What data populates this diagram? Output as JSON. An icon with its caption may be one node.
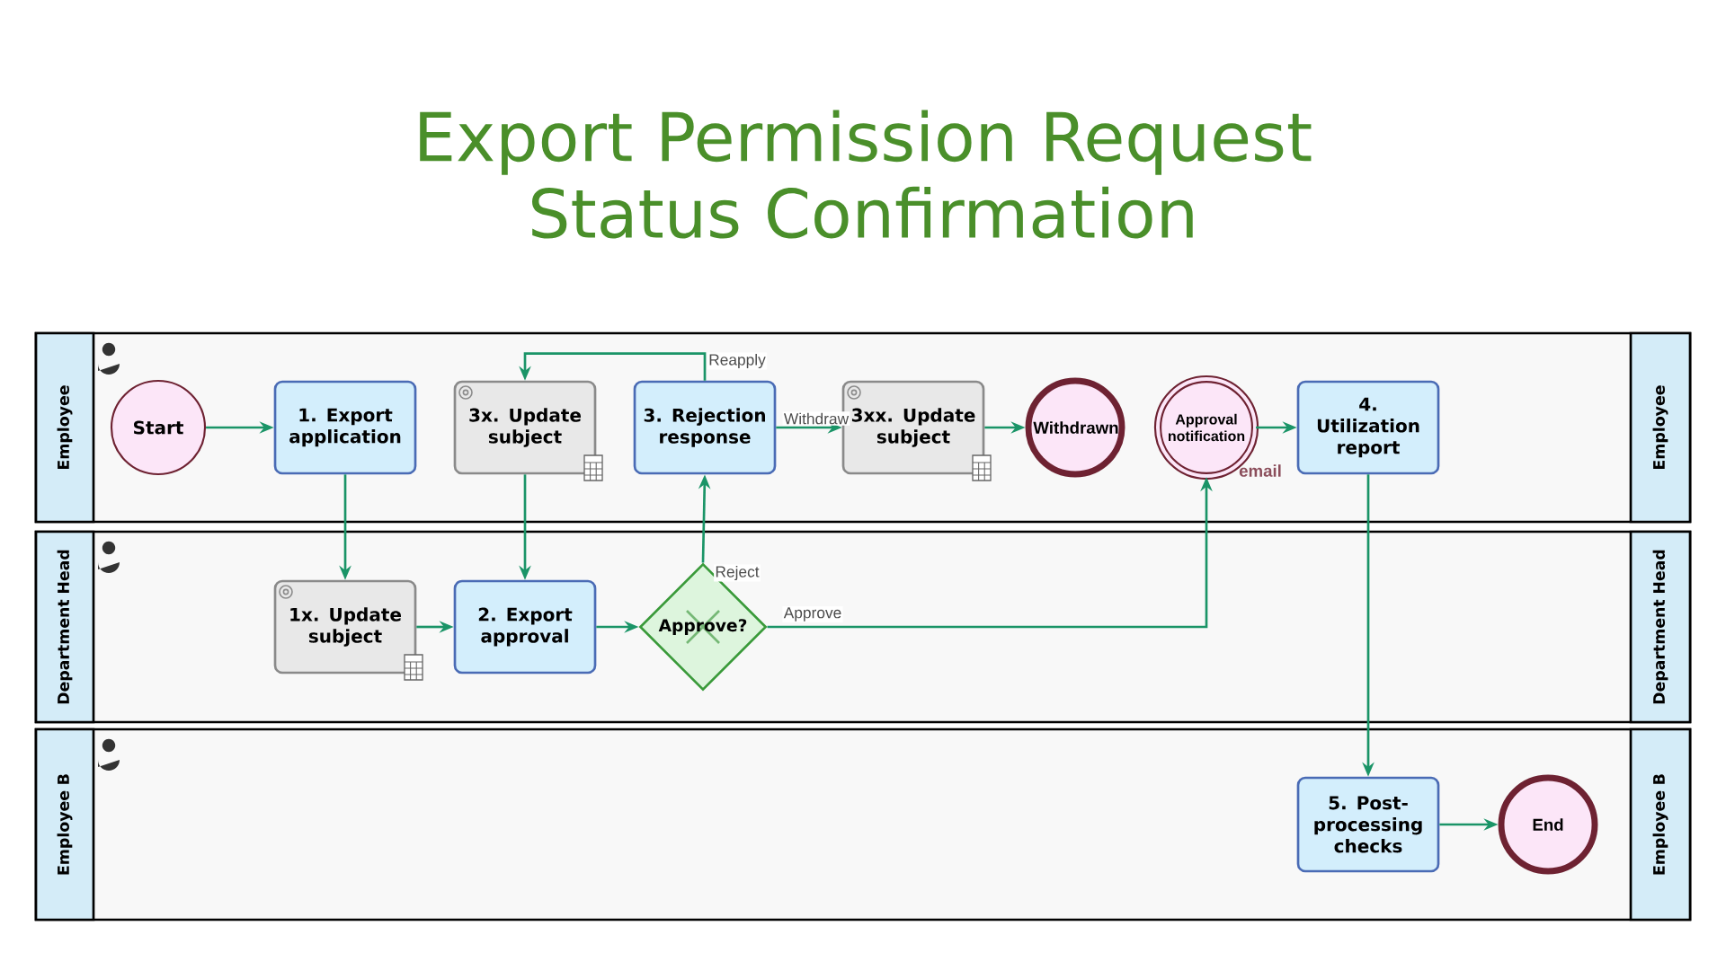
{
  "diagram": {
    "title": "Export Permission Request Status Confirmation",
    "nodes": [
      {
        "text": [
          "Employee",
          "Employee"
        ]
      },
      {
        "text": [
          "Department Head",
          "Department Head"
        ]
      },
      {
        "text": [
          "Employee B",
          "Employee B"
        ]
      },
      {
        "text": [
          "Start"
        ],
        "in": 0
      },
      {
        "text": [
          "1. Export application"
        ],
        "in": 0
      },
      {
        "text": [
          "3x. Update subject"
        ],
        "in": 0
      },
      {
        "text": [
          "3. Rejection response"
        ],
        "in": 0
      },
      {
        "text": [
          "3xx. Update subject"
        ],
        "in": 0
      },
      {
        "text": [
          "Withdrawn"
        ],
        "in": 0
      },
      {
        "text": [
          "Approval notification"
        ],
        "beside": [
          "email"
        ],
        "in": 0
      },
      {
        "text": [
          "4. Utilization report"
        ],
        "in": 0
      },
      {
        "text": [
          "1x. Update subject"
        ],
        "in": 1
      },
      {
        "text": [
          "2. Export approval"
        ],
        "in": 1
      },
      {
        "text": [
          "Approve?"
        ],
        "in": 1
      },
      {
        "text": [
          "5. Post-processing checks"
        ],
        "in": 2
      },
      {
        "text": [
          "End"
        ],
        "in": 2
      }
    ],
    "edges": [
      {
        "from": 3,
        "to": 4,
        "arrow": "to"
      },
      {
        "from": 4,
        "to": 11,
        "arrow": "to"
      },
      {
        "from": 11,
        "to": 12,
        "arrow": "to"
      },
      {
        "from": 5,
        "to": 12,
        "arrow": "to"
      },
      {
        "from": 12,
        "to": 13,
        "arrow": "to"
      },
      {
        "from": 13,
        "to": 6,
        "arrow": "to",
        "label": "Reject"
      },
      {
        "from": 6,
        "to": 5,
        "arrow": "to",
        "label": "Reapply"
      },
      {
        "from": 6,
        "to": 7,
        "arrow": "to",
        "label": "Withdraw"
      },
      {
        "from": 7,
        "to": 8,
        "arrow": "to"
      },
      {
        "from": 13,
        "to": 9,
        "arrow": "to",
        "label": "Approve"
      },
      {
        "from": 9,
        "to": 10,
        "arrow": "to"
      },
      {
        "from": 10,
        "to": 14,
        "arrow": "to"
      },
      {
        "from": 14,
        "to": 15,
        "arrow": "to"
      }
    ]
  }
}
